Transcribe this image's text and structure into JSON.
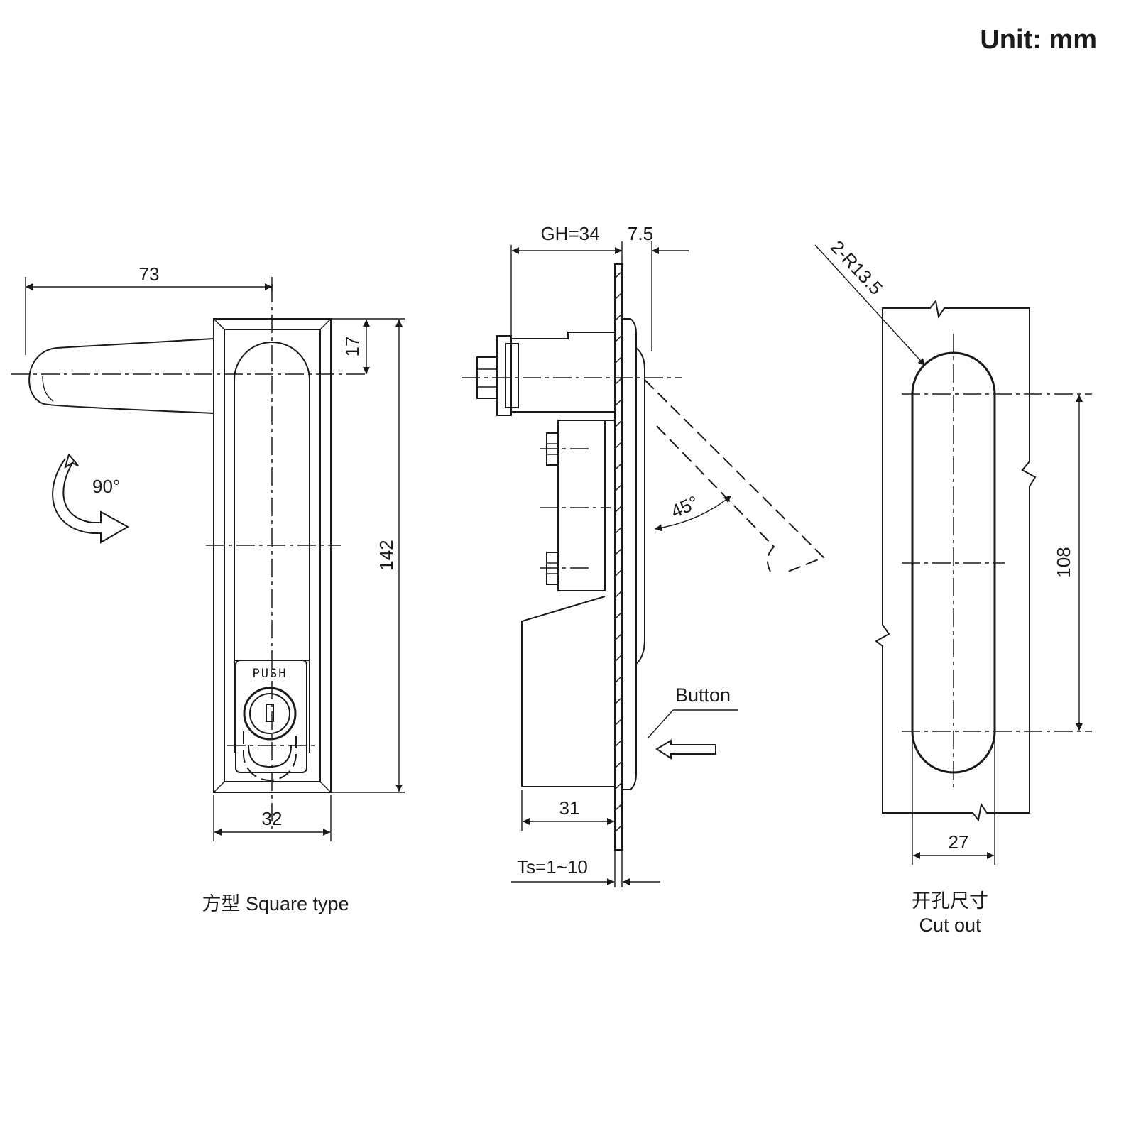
{
  "unit_label": "Unit:  mm",
  "front_view": {
    "dim_width_handle": "73",
    "dim_top_offset": "17",
    "dim_height": "142",
    "dim_width": "32",
    "rotation_label": "90°",
    "push_label": "PUSH",
    "caption": "方型 Square type"
  },
  "side_view": {
    "dim_gh": "GH=34",
    "dim_flange": "7.5",
    "dim_angle": "45°",
    "button_label": "Button",
    "dim_body": "31",
    "dim_ts": "Ts=1~10"
  },
  "cutout_view": {
    "dim_radius": "2-R13.5",
    "dim_slot_length": "108",
    "dim_slot_width": "27",
    "caption_cn": "开孔尺寸",
    "caption_en": "Cut out"
  }
}
